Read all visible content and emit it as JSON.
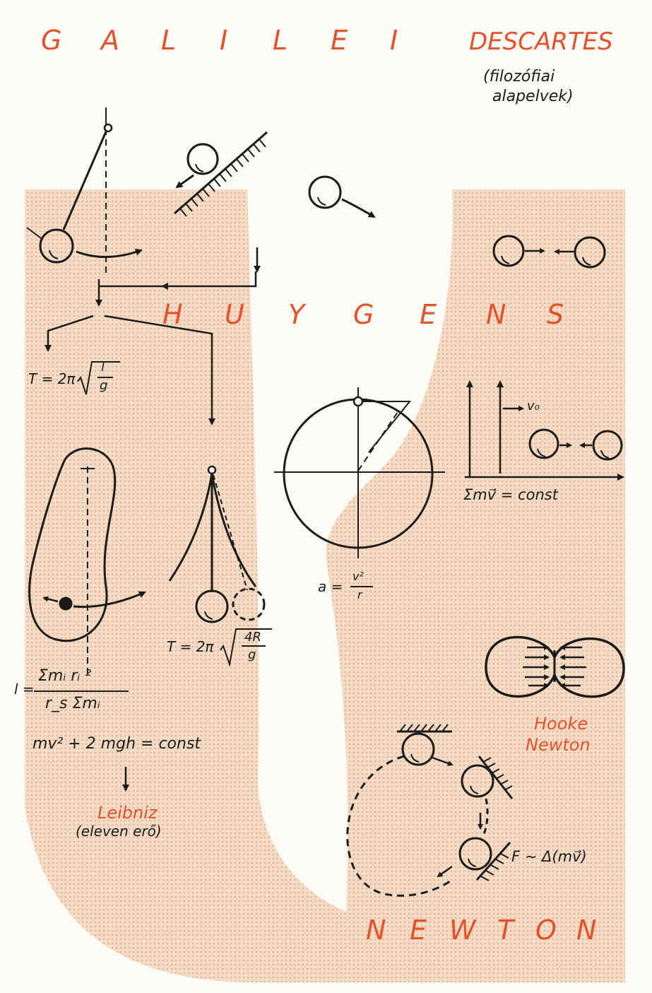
{
  "colors": {
    "accent": "#e2522c",
    "ink": "#1d1b1a",
    "tint": "#f3d7bf",
    "paper": "#fdfbf6"
  },
  "headings": {
    "galilei_letters": [
      "G",
      "A",
      "L",
      "I",
      "L",
      "E",
      "I"
    ],
    "descartes": "DESCARTES",
    "descartes_note_1": "(filozófiai",
    "descartes_note_2": "alapelvek)",
    "huygens_letters": [
      "H",
      "U",
      "Y",
      "G",
      "E",
      "N",
      "S"
    ],
    "newton_letters": [
      "N",
      "E",
      "W",
      "T",
      "O",
      "N"
    ]
  },
  "labels": {
    "period_simple": "T = 2π √(l/g)",
    "period_simple_lhs": "T = 2π",
    "period_simple_num": "l",
    "period_simple_den": "g",
    "period_cycloid_lhs": "T = 2π",
    "period_cycloid_num": "4R",
    "period_cycloid_den": "g",
    "reduced_length_lhs": "l =",
    "reduced_length_num": "Σmᵢ rᵢ ²",
    "reduced_length_den": "r_s Σmᵢ",
    "energy": "mv² + 2 mgh = const",
    "leibniz": "Leibniz",
    "leibniz_note": "(eleven erő)",
    "centripetal_lhs": "a =",
    "centripetal_num": "v²",
    "centripetal_den": "r",
    "momentum": "Σmv⃗ = const",
    "v0": "v₀",
    "hooke": "Hooke",
    "newton_small": "Newton",
    "force": "F ∼ Δ(mv⃗)"
  },
  "icons": {
    "pendulum": "simple-pendulum-icon",
    "incline": "inclined-plane-icon",
    "collision": "elastic-collision-icon",
    "circle_motion": "circular-motion-icon",
    "cycloid": "cycloidal-pendulum-icon",
    "physical_pendulum": "physical-pendulum-icon",
    "deformation": "colliding-spheres-icon",
    "impulse": "impulse-circuit-icon"
  }
}
